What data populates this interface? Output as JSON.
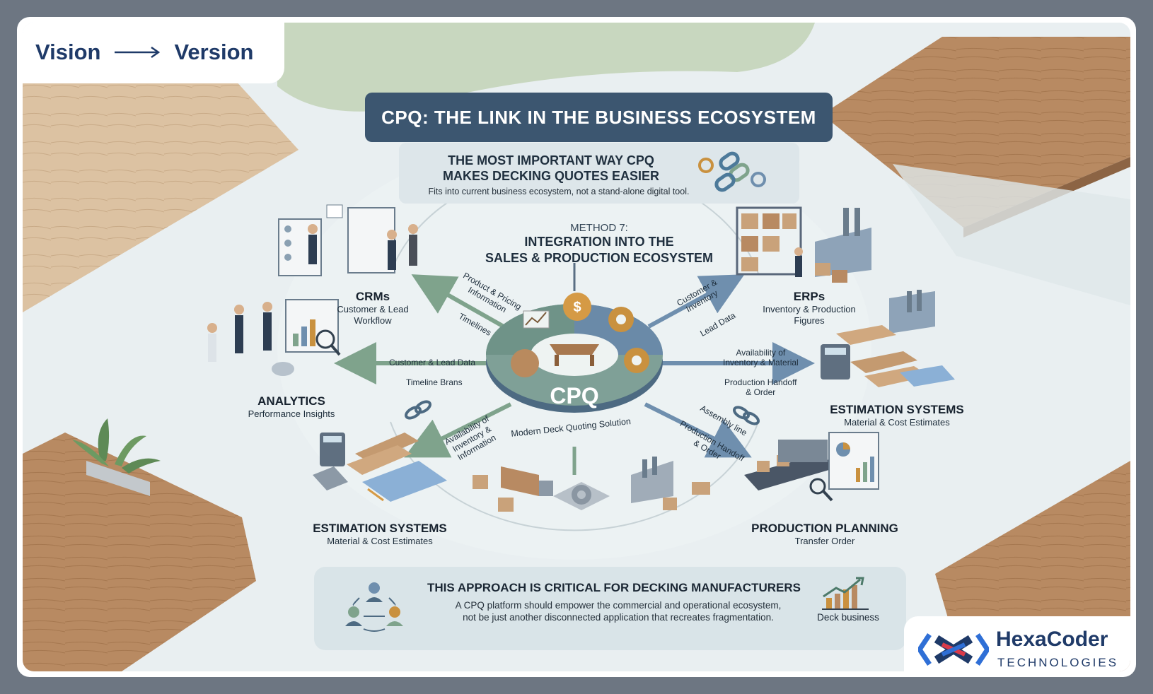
{
  "brand": {
    "word_left": "Vision",
    "word_right": "Version"
  },
  "title": "CPQ: THE LINK IN THE BUSINESS ECOSYSTEM",
  "subtitle": {
    "heading_line1": "THE MOST IMPORTANT WAY CPQ",
    "heading_line2": "MAKES DECKING QUOTES EASIER",
    "desc": "Fits into current business ecosystem, not a stand-alone digital tool."
  },
  "method": {
    "label": "METHOD 7:",
    "title_line1": "INTEGRATION INTO THE",
    "title_line2": "SALES & PRODUCTION ECOSYSTEM"
  },
  "hub": {
    "label": "CPQ",
    "ring_text": "Modern Deck Quoting Solution"
  },
  "nodes": {
    "crms": {
      "name": "CRMs",
      "sub1": "Customer & Lead",
      "sub2": "Workflow"
    },
    "erps": {
      "name": "ERPs",
      "sub1": "Inventory & Production",
      "sub2": "Figures"
    },
    "analytics": {
      "name": "ANALYTICS",
      "sub1": "Performance Insights"
    },
    "estimation_right": {
      "name": "ESTIMATION SYSTEMS",
      "sub1": "Material & Cost Estimates"
    },
    "estimation_left": {
      "name": "ESTIMATION SYSTEMS",
      "sub1": "Material & Cost Estimates"
    },
    "production": {
      "name": "PRODUCTION PLANNING",
      "sub1": "Transfer Order"
    }
  },
  "edges": {
    "product_pricing_1": "Product & Pricing",
    "product_pricing_2": "Information",
    "timelines": "Timelines",
    "customer_inventory_1": "Customer &",
    "customer_inventory_2": "Inventory",
    "lead_data": "Lead Data",
    "customer_lead_data": "Customer & Lead Data",
    "timeline_brans": "Timeline Brans",
    "availability_right_1": "Availability of",
    "availability_right_2": "Inventory & Material",
    "production_handoff_right_1": "Production Handoff",
    "production_handoff_right_2": "& Order",
    "availability_left_1": "Availability of",
    "availability_left_2": "Inventory &",
    "availability_left_3": "Information",
    "assembly_line": "Assembly line",
    "production_handoff_lower_1": "Production Handoff",
    "production_handoff_lower_2": "& Order"
  },
  "bottom": {
    "heading": "THIS APPROACH IS CRITICAL FOR DECKING MANUFACTURERS",
    "desc_line1": "A CPQ platform should empower the commercial and operational ecosystem,",
    "desc_line2": "not be just another disconnected application that recreates fragmentation.",
    "chart_caption": "Deck business"
  },
  "logo": {
    "name": "HexaCoder",
    "tagline": "TECHNOLOGIES"
  },
  "colors": {
    "navy": "#1f3a68",
    "title_bar": "#3c5670",
    "arrow_green": "#7fa38c",
    "arrow_blue": "#6f8fae",
    "wood": "#c9a27a"
  }
}
